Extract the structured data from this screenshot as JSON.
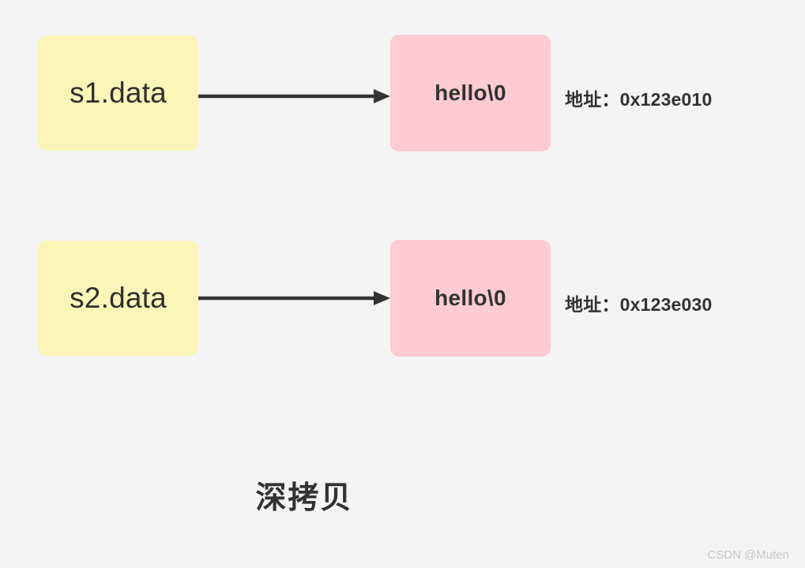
{
  "diagram": {
    "caption": "深拷贝",
    "watermark": "CSDN @Muten",
    "colors": {
      "background": "#f4f4f5",
      "pointer_box": "#fcf5b8",
      "buffer_box": "#fdcbd0",
      "arrow": "#333333",
      "text": "#323232"
    },
    "rows": [
      {
        "pointer_label": "s1.data",
        "buffer_label": "hello\\0",
        "address_label": "地址：0x123e010",
        "arrow_name": "pointer-arrow-s1"
      },
      {
        "pointer_label": "s2.data",
        "buffer_label": "hello\\0",
        "address_label": "地址：0x123e030",
        "arrow_name": "pointer-arrow-s2"
      }
    ]
  }
}
